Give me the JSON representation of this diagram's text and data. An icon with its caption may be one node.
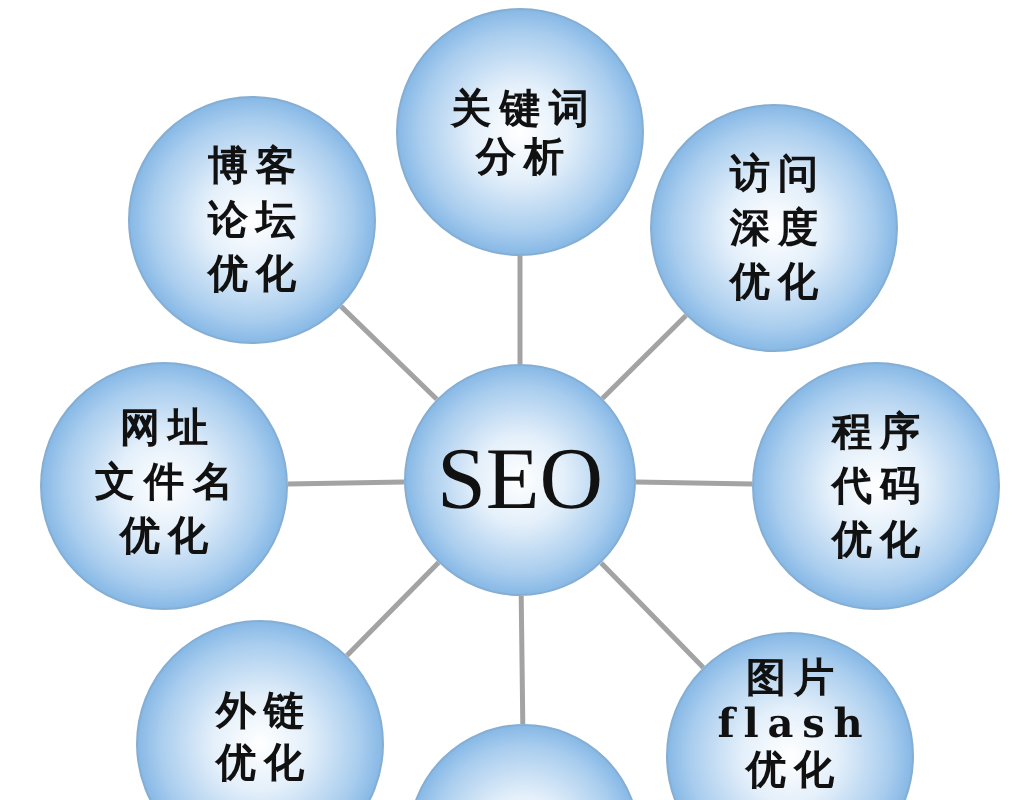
{
  "diagram": {
    "nodes": [
      {
        "text": [
          "关键词分析"
        ]
      },
      {
        "text": [
          "博客论坛优化"
        ]
      },
      {
        "text": [
          "访问深度优化"
        ]
      },
      {
        "text": [
          "网址文件名优化"
        ]
      },
      {
        "text": [
          "SEO"
        ]
      },
      {
        "text": [
          "程序代码优化"
        ]
      },
      {
        "text": [
          "外链优化"
        ]
      },
      {
        "text": [
          "图片flash优化"
        ]
      },
      {
        "text": [],
        "shape": "circle"
      }
    ],
    "edges": [
      {
        "from": 4,
        "to": 0,
        "arrow": "none"
      },
      {
        "from": 4,
        "to": 2,
        "arrow": "none"
      },
      {
        "from": 4,
        "to": 5,
        "arrow": "none"
      },
      {
        "from": 4,
        "to": 7,
        "arrow": "none"
      },
      {
        "from": 4,
        "to": 8,
        "arrow": "none"
      },
      {
        "from": 4,
        "to": 6,
        "arrow": "none"
      },
      {
        "from": 4,
        "to": 3,
        "arrow": "none"
      },
      {
        "from": 4,
        "to": 1,
        "arrow": "none"
      }
    ]
  }
}
